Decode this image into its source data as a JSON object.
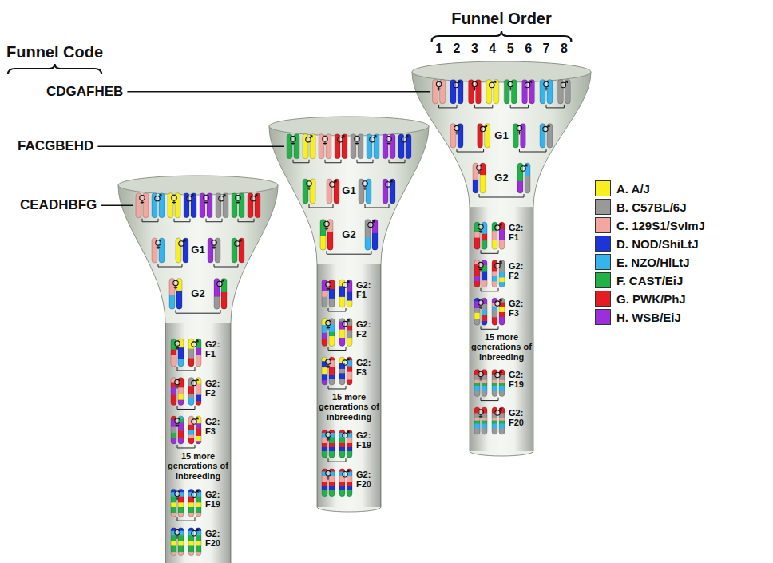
{
  "diagram": {
    "nodes": [
      {
        "text": [
          "G1",
          "G2",
          "G2: F1",
          "G2: F2",
          "G2: F3",
          "15 more generations of inbreeding",
          "G2: F19",
          "G2: F20"
        ]
      },
      {
        "text": [
          "G1",
          "G2",
          "G2: F1",
          "G2: F2",
          "G2: F3",
          "15 more generations of inbreeding",
          "G2: F19",
          "G2: F20"
        ]
      },
      {
        "text": [
          "G1",
          "G2",
          "G2: F1",
          "G2: F2",
          "G2: F3",
          "15 more generations of inbreeding",
          "G2: F19",
          "G2: F20"
        ]
      }
    ],
    "labels": [
      "Funnel Order",
      "1",
      "2",
      "3",
      "4",
      "5",
      "6",
      "7",
      "8",
      "Funnel Code",
      "CDGAFHEB",
      "FACGBEHD",
      "CEADHBFG"
    ],
    "legend": [
      {
        "text": "A. A/J",
        "color": "#f7ef1f"
      },
      {
        "text": "B. C57BL/6J",
        "color": "#999999"
      },
      {
        "text": "C. 129S1/SvImJ",
        "color": "#f4a6a0"
      },
      {
        "text": "D. NOD/ShiLtJ",
        "color": "#1d35d6"
      },
      {
        "text": "E. NZO/HlLtJ",
        "color": "#36b4ee"
      },
      {
        "text": "F. CAST/EiJ",
        "color": "#23b24a"
      },
      {
        "text": "G. PWK/PhJ",
        "color": "#e31d23"
      },
      {
        "text": "H. WSB/EiJ",
        "color": "#9b2fd9"
      }
    ]
  }
}
